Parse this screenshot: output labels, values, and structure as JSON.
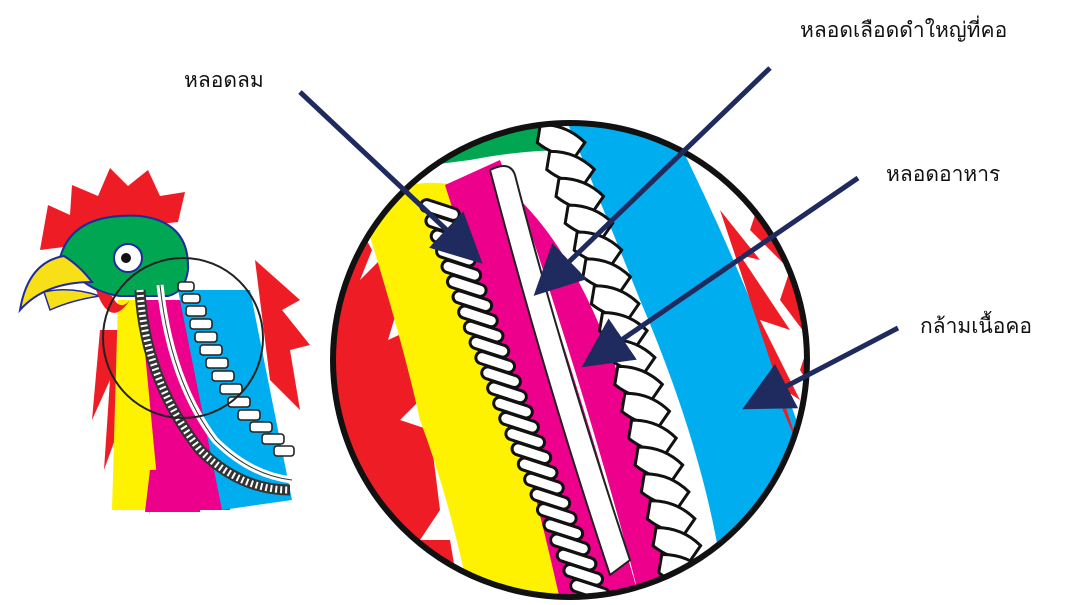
{
  "labels": {
    "trachea": "หลอดลม",
    "jugular_vein": "หลอดเลือดดำใหญ่ที่คอ",
    "esophagus": "หลอดอาหาร",
    "neck_muscle": "กล้ามเนื้อคอ"
  },
  "colors": {
    "comb_red": "#ee1c24",
    "head_green": "#00a651",
    "beak_yellow": "#f7e017",
    "trachea_yellow": "#fff200",
    "esophagus_magenta": "#ec008c",
    "muscle_blue": "#00aeef",
    "arrow_navy": "#1f2a5e",
    "outline": "#111111",
    "bone_white": "#ffffff"
  }
}
